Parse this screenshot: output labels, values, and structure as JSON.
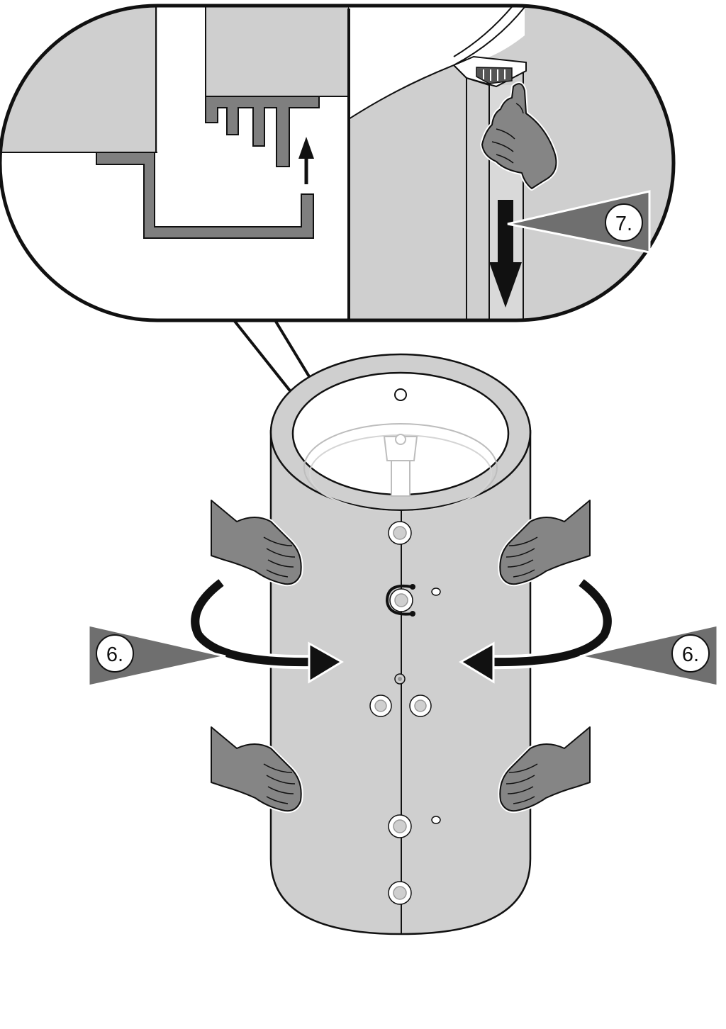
{
  "steps": {
    "step_6_left": "6.",
    "step_6_right": "6.",
    "step_7": "7."
  },
  "colors": {
    "panel_gray": "#cfcfcf",
    "part_gray": "#7f7f7f",
    "hand_gray": "#858585",
    "callout_gray": "#6f6f6f",
    "outline": "#111111",
    "background": "#ffffff"
  }
}
